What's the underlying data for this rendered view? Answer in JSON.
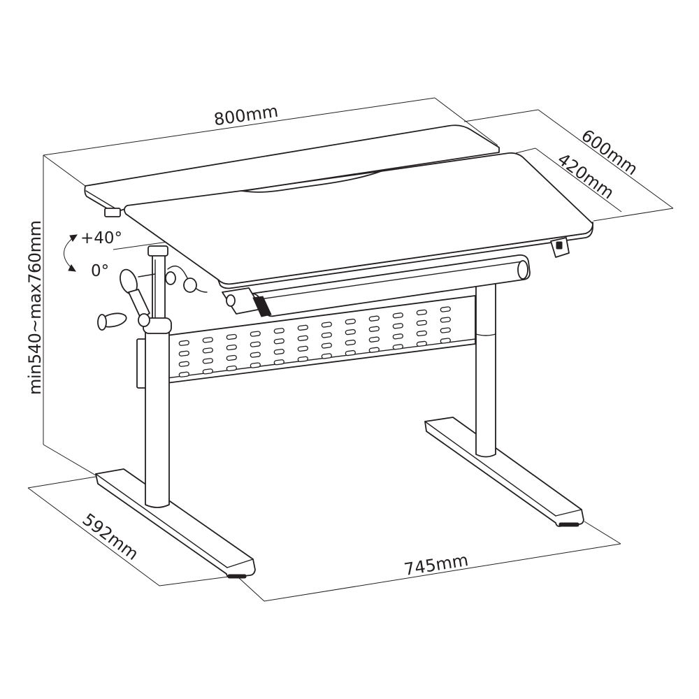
{
  "diagram": {
    "width_label": "800mm",
    "total_depth_label": "600mm",
    "tabletop_depth_label": "420mm",
    "height_label": "min540~max760mm",
    "tilt_max_label": "+40°",
    "tilt_min_label": "0°",
    "base_depth_label": "592mm",
    "base_width_label": "745mm"
  },
  "colors": {
    "line": "#231f20",
    "background": "#ffffff"
  }
}
